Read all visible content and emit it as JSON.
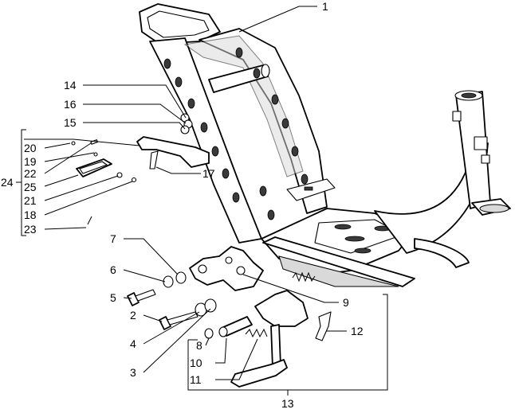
{
  "callouts": [
    "1",
    "2",
    "3",
    "4",
    "5",
    "6",
    "7",
    "8",
    "9",
    "10",
    "11",
    "12",
    "13",
    "14",
    "15",
    "16",
    "17",
    "18",
    "19",
    "20",
    "21",
    "22",
    "23",
    "24",
    "25"
  ],
  "colors": {
    "ink": "#000000",
    "paper": "#ffffff",
    "shade": "#d9d9d9"
  }
}
